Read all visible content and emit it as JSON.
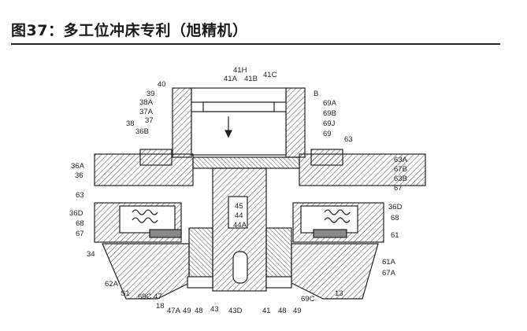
{
  "title": "图37：多工位冲床专利（旭精机）",
  "colors": {
    "ink": "#222222",
    "hatch": "#444444",
    "rule": "#222222"
  },
  "labels": [
    "41H",
    "41A",
    "41B",
    "41C",
    "40",
    "39",
    "38A",
    "37A",
    "37",
    "38",
    "36B",
    "B",
    "69A",
    "69B",
    "69J",
    "69",
    "63",
    "36A",
    "36",
    "63",
    "36D",
    "68",
    "67",
    "34",
    "62A",
    "S1",
    "69C",
    "47",
    "18",
    "47A",
    "49",
    "48",
    "43",
    "43D",
    "41",
    "48",
    "49",
    "69C",
    "13",
    "45",
    "44",
    "44A",
    "63A",
    "67B",
    "63B",
    "67",
    "36D",
    "68",
    "61",
    "61A",
    "67A"
  ]
}
